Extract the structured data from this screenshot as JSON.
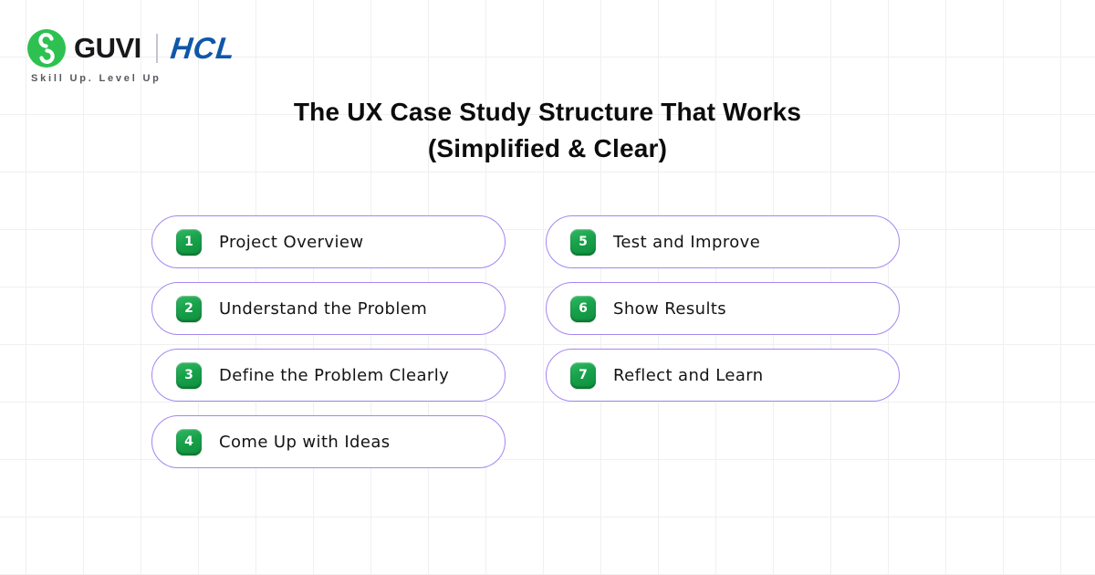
{
  "brand": {
    "guvi": "GUVI",
    "hcl": "HCL",
    "tagline": "Skill Up. Level Up",
    "colors": {
      "guvi_green": "#2EC151",
      "hcl_blue": "#0F57A8",
      "tagline_gray": "#55585E"
    }
  },
  "title": {
    "line1": "The UX Case Study Structure That Works",
    "line2": "(Simplified & Clear)"
  },
  "steps": [
    {
      "number": "1",
      "label": "Project Overview"
    },
    {
      "number": "2",
      "label": "Understand the Problem"
    },
    {
      "number": "3",
      "label": "Define the Problem Clearly"
    },
    {
      "number": "4",
      "label": "Come Up with Ideas"
    },
    {
      "number": "5",
      "label": "Test and Improve"
    },
    {
      "number": "6",
      "label": "Show Results"
    },
    {
      "number": "7",
      "label": "Reflect and Learn"
    }
  ],
  "colors": {
    "pill_border": "#A486F1",
    "badge_green": "#17A34A",
    "badge_green_dark": "#0B7D34",
    "grid_line": "#F0F0F2",
    "text_black": "#121212"
  }
}
